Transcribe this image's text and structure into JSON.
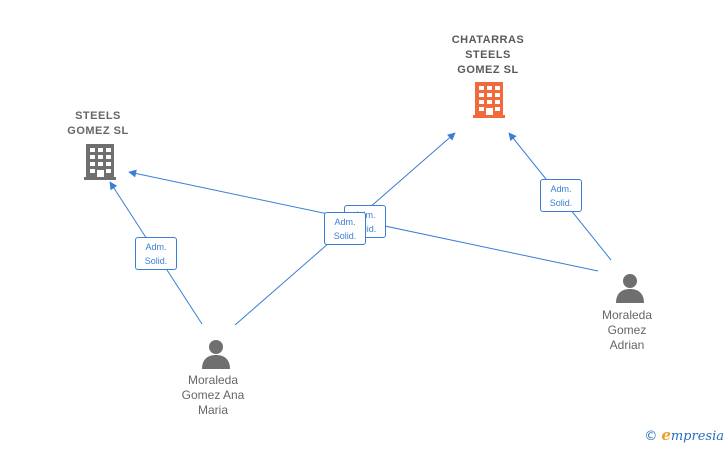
{
  "colors": {
    "edge": "#3a7fd5",
    "company_main": "#f06a3c",
    "company_other": "#6f6f6f",
    "person": "#6f6f6f"
  },
  "companies": [
    {
      "id": "chatarras",
      "label": "CHATARRAS\nSTEELS\nGOMEZ  SL",
      "icon": "building-icon"
    },
    {
      "id": "steels",
      "label": "STEELS\nGOMEZ  SL",
      "icon": "building-icon"
    }
  ],
  "people": [
    {
      "id": "ana",
      "label": "Moraleda\nGomez Ana\nMaria",
      "icon": "person-icon"
    },
    {
      "id": "adrian",
      "label": "Moraleda\nGomez\nAdrian",
      "icon": "person-icon"
    }
  ],
  "edges": [
    {
      "from": "ana",
      "to": "steels",
      "label": "Adm.\nSolid."
    },
    {
      "from": "ana",
      "to": "chatarras",
      "label": "Adm.\nSolid."
    },
    {
      "from": "adrian",
      "to": "steels",
      "label": "Adm.\nSolid."
    },
    {
      "from": "adrian",
      "to": "chatarras",
      "label": "Adm.\nSolid."
    }
  ],
  "brand": {
    "copyright": "©",
    "initial": "e",
    "name": "mpresia"
  }
}
